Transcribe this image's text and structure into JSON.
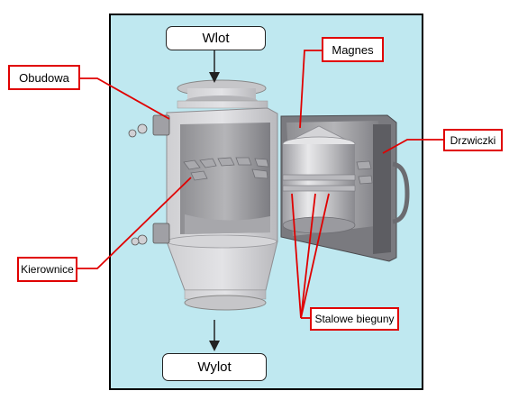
{
  "labels": {
    "inlet": "Wlot",
    "outlet": "Wylot",
    "housing": "Obudowa",
    "magnet": "Magnes",
    "door": "Drzwiczki",
    "guides": "Kierownice",
    "steel_poles": "Stalowe bieguny"
  },
  "colors": {
    "panel_background": "#bfe8f0",
    "callout_border": "#e00000",
    "leader_line": "#e00000",
    "arrow": "#222222"
  }
}
